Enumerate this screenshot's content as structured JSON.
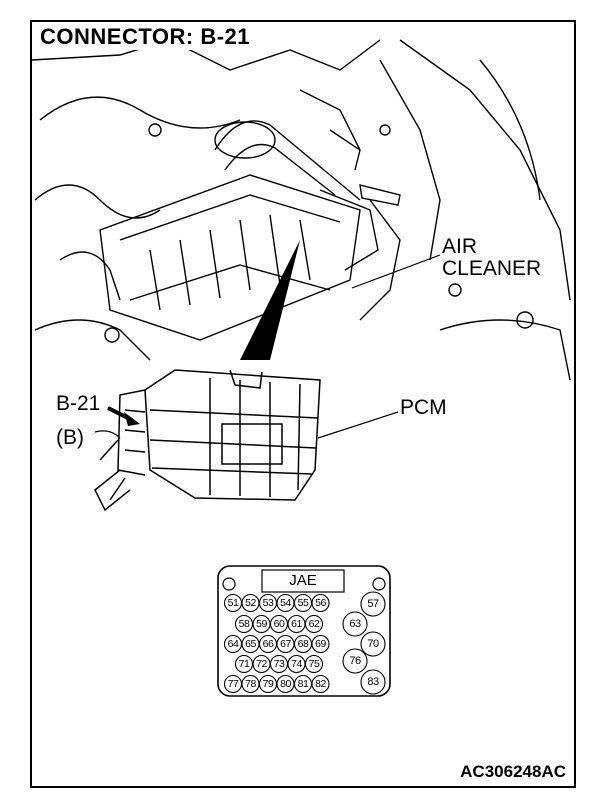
{
  "title": "CONNECTOR: B-21",
  "labels": {
    "air_cleaner_line1": "AIR",
    "air_cleaner_line2": "CLEANER",
    "connector": "B-21",
    "connector_color": "(B)",
    "pcm": "PCM",
    "connector_type": "JAE",
    "figure_code": "AC306248AC"
  },
  "connector_pins": {
    "row1": [
      "51",
      "52",
      "53",
      "54",
      "55",
      "56"
    ],
    "row2": [
      "58",
      "59",
      "60",
      "61",
      "62"
    ],
    "row3": [
      "64",
      "65",
      "66",
      "67",
      "68",
      "69"
    ],
    "row4": [
      "71",
      "72",
      "73",
      "74",
      "75"
    ],
    "row5": [
      "77",
      "78",
      "79",
      "80",
      "81",
      "82"
    ],
    "right": [
      "57",
      "63",
      "70",
      "76",
      "83"
    ]
  }
}
